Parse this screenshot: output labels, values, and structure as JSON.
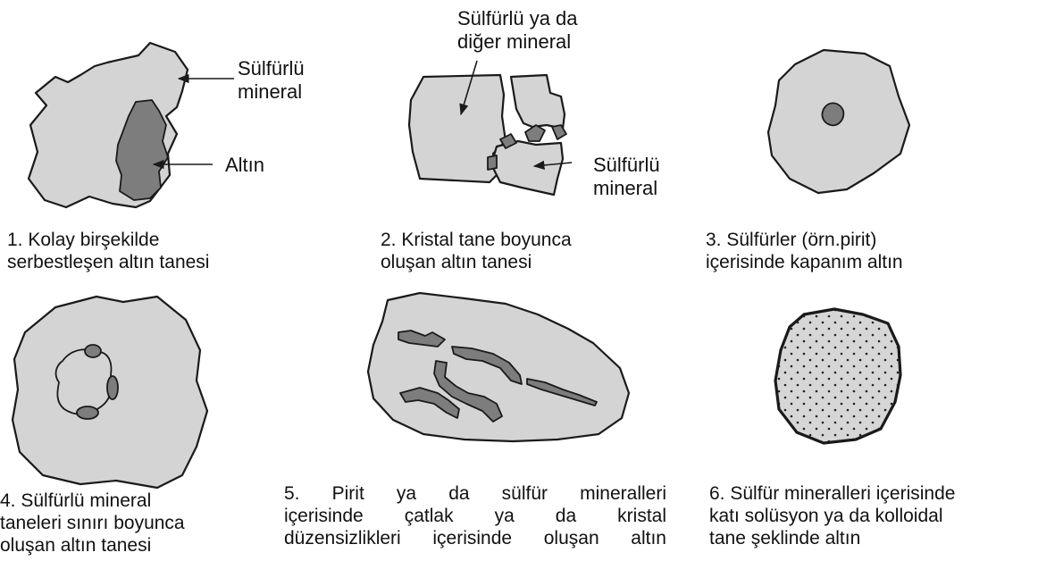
{
  "labels": {
    "p1_sulfide": [
      "Sülfürlü",
      "mineral"
    ],
    "p1_gold": "Altın",
    "p2_top": [
      "Sülfürlü  ya da",
      "diğer mineral"
    ],
    "p2_right": [
      "Sülfürlü",
      "mineral"
    ]
  },
  "captions": [
    {
      "number": "1.",
      "lines": [
        "1. Kolay birşekilde",
        "serbestleşen altın tanesi"
      ]
    },
    {
      "number": "2.",
      "lines": [
        "2. Kristal tane boyunca",
        "oluşan altın tanesi"
      ]
    },
    {
      "number": "3.",
      "lines": [
        "3. Sülfürler (örn.pirit)",
        "içerisinde kapanım altın"
      ]
    },
    {
      "number": "4.",
      "lines": [
        "4. Sülfürlü mineral",
        "taneleri sınırı boyunca",
        "oluşan altın tanesi"
      ]
    },
    {
      "number": "5.",
      "lines": [
        "5.  Pirit  ya da  sülfür  mineralleri",
        "içerisinde  çatlak  ya da  kristal",
        "düzensizlikleri içerisinde oluşan altın"
      ]
    },
    {
      "number": "6.",
      "lines": [
        "6. Sülfür mineralleri içerisinde",
        "katı  solüsyon ya da kolloidal",
        "tane şeklinde altın"
      ]
    }
  ],
  "colors": {
    "grain_fill": "#d4d4d4",
    "gold_fill": "#7d7d7d",
    "outline": "#1a1a1a"
  }
}
